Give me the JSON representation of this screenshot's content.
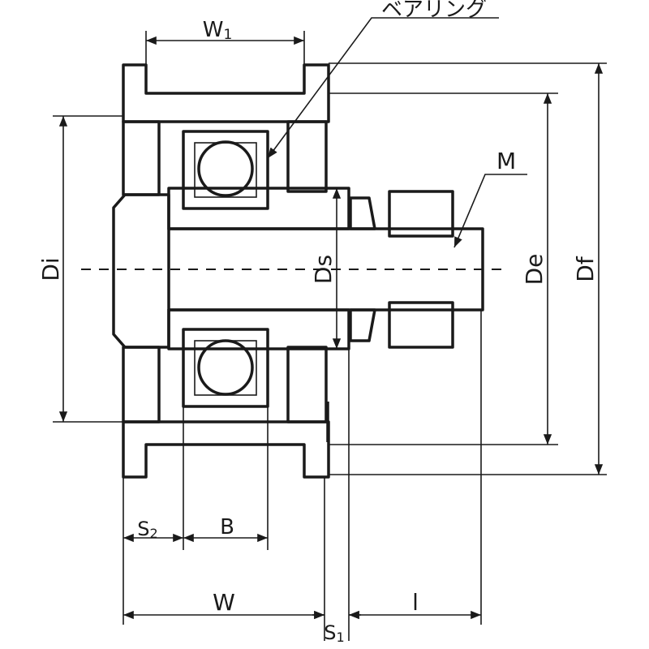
{
  "labels": {
    "w1": "W",
    "w1_sub": "1",
    "bearing": "ベアリング",
    "m": "M",
    "di": "Di",
    "ds": "Ds",
    "de": "De",
    "df": "Df",
    "s2": "S",
    "s2_sub": "2",
    "b": "B",
    "w": "W",
    "s1": "S",
    "s1_sub": "1",
    "l": "l"
  },
  "colors": {
    "line": "#1a1a1a",
    "background": "#ffffff"
  }
}
